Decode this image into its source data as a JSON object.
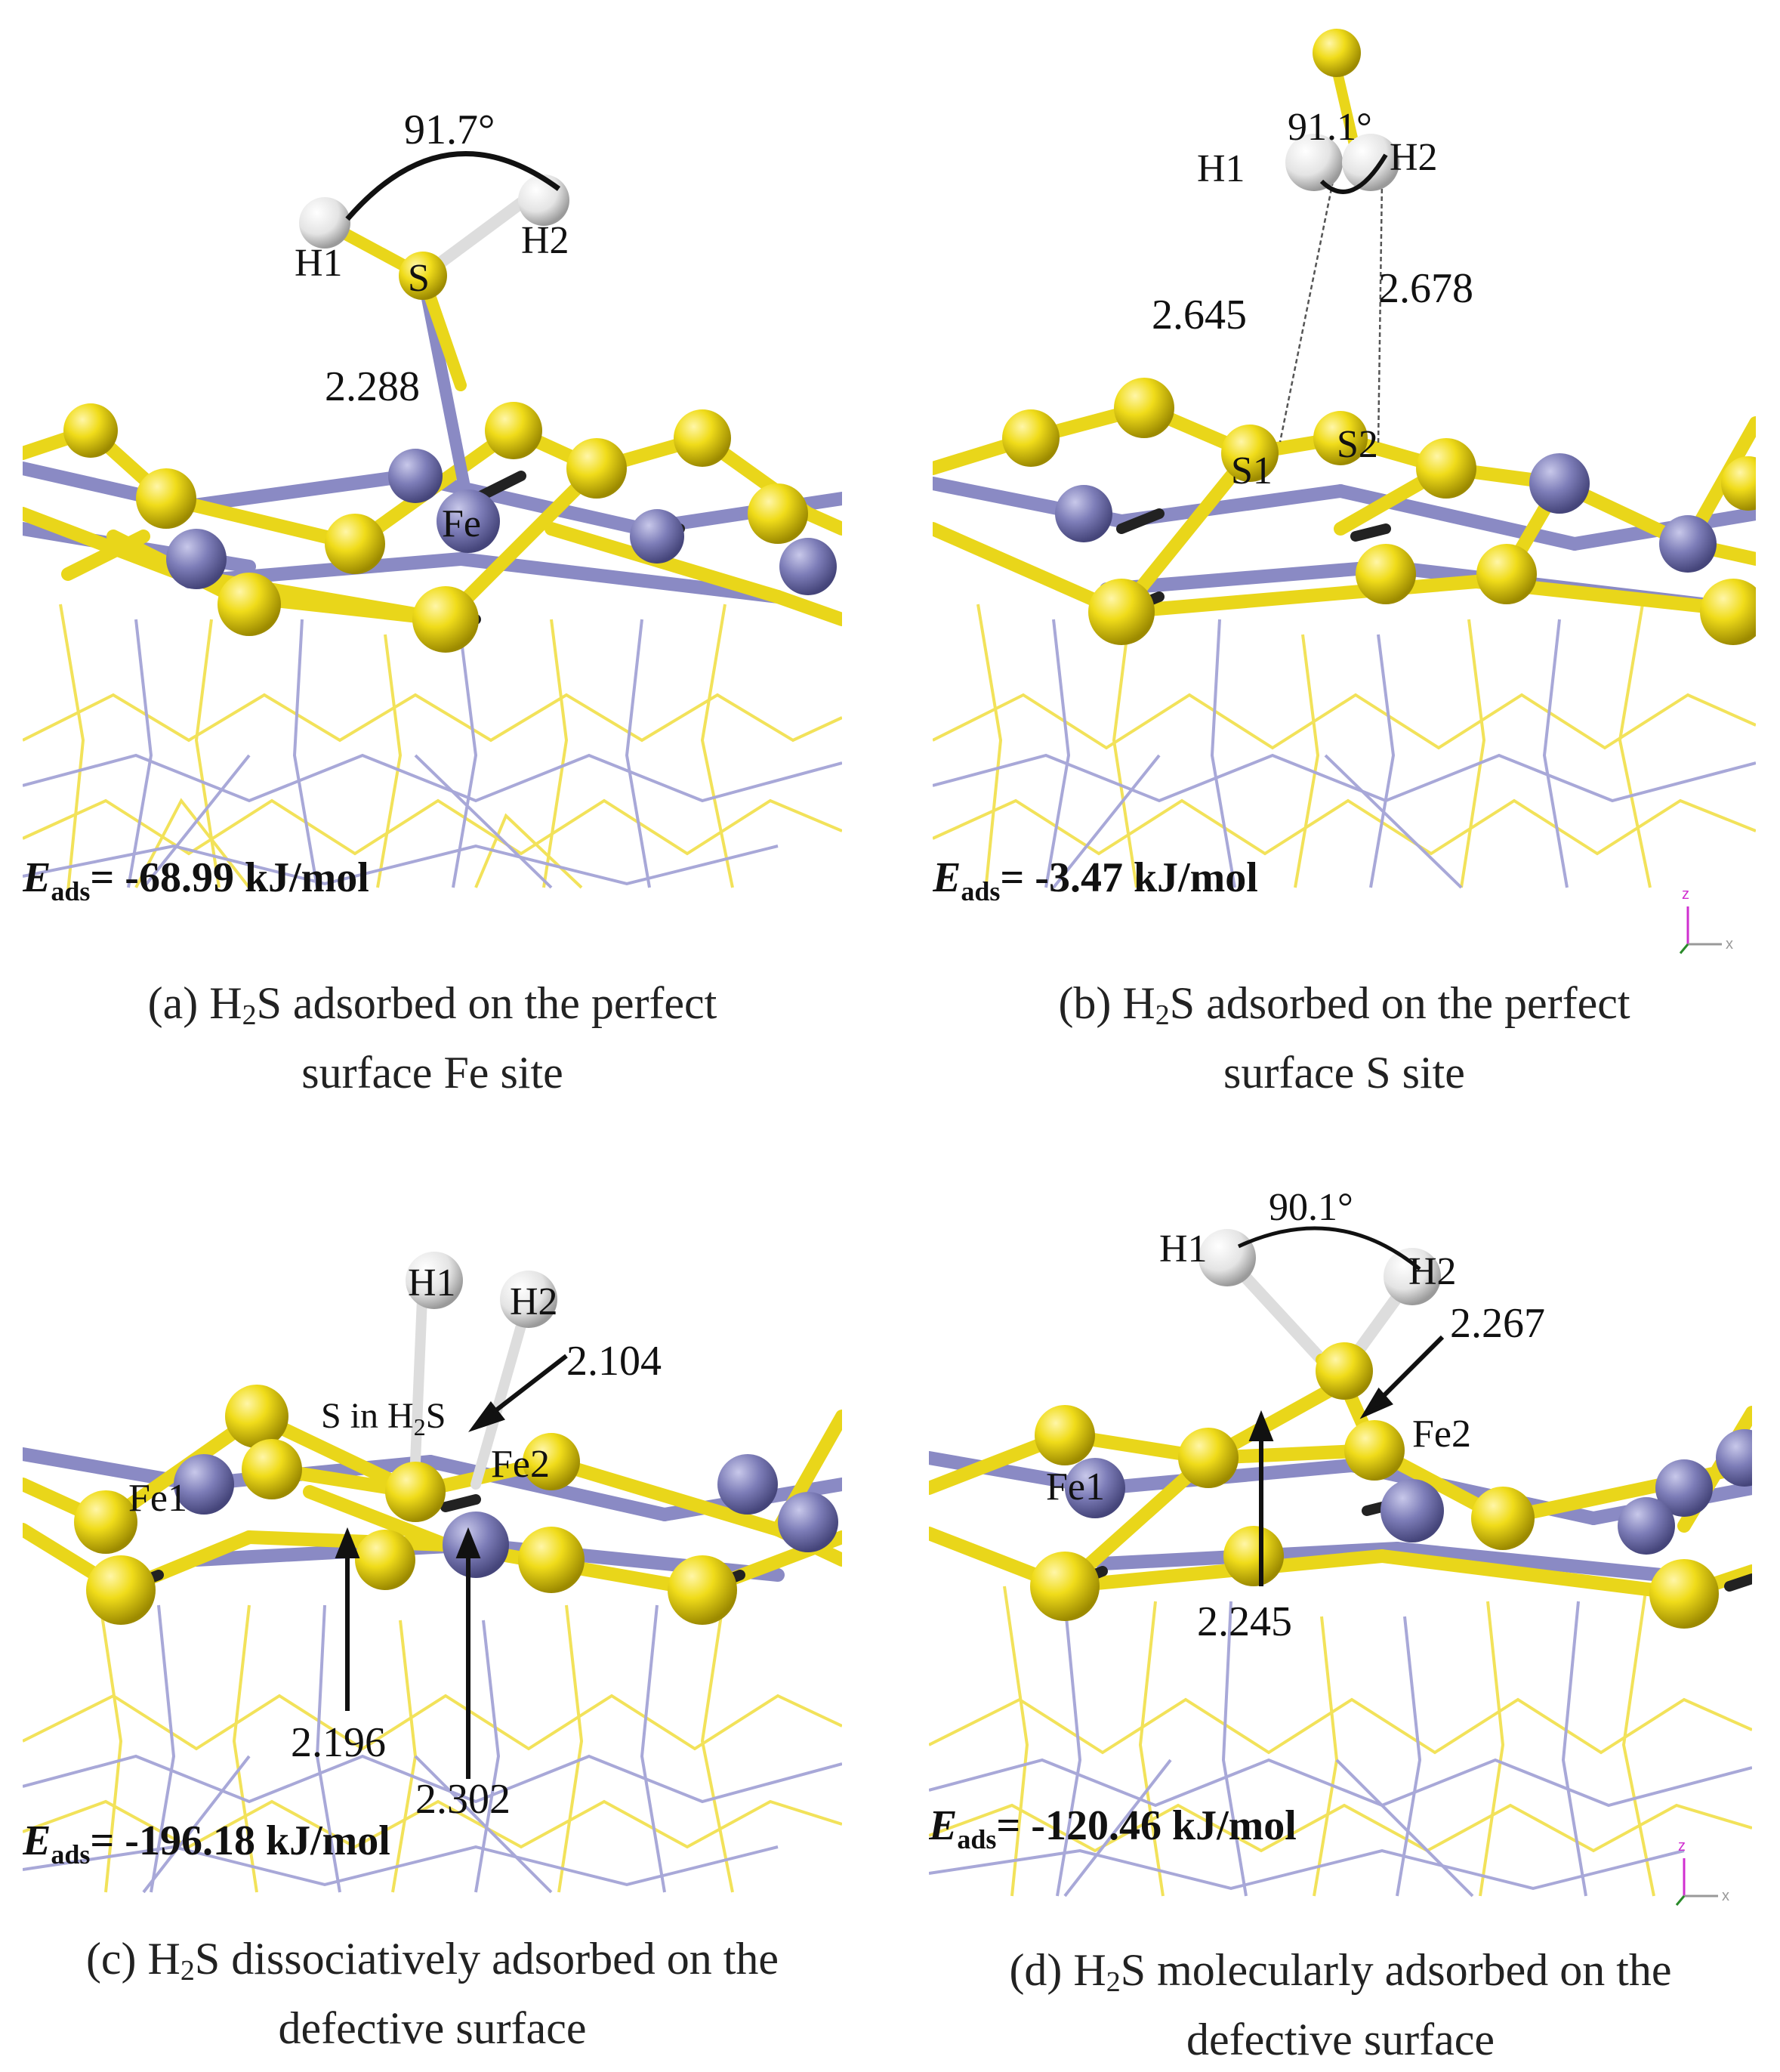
{
  "colors": {
    "sulfur": "#f0dc1a",
    "sulfur_dark": "#c9b200",
    "iron": "#8f8fc3",
    "iron_dark": "#6a6aa6",
    "hydrogen": "#eeeeee",
    "background": "#ffffff"
  },
  "panels": [
    {
      "id": "a",
      "eads_symbol": "E",
      "eads_sub": "ads",
      "eads_value": "= -68.99 kJ/mol",
      "caption_prefix": "(a) H",
      "caption_sub": "2",
      "caption_rest": "S adsorbed on the perfect",
      "caption_line2": "surface Fe site",
      "labels": {
        "angle": "91.7°",
        "h1": "H1",
        "h2": "H2",
        "s": "S",
        "fe": "Fe",
        "bond1": "2.288"
      }
    },
    {
      "id": "b",
      "eads_symbol": "E",
      "eads_sub": "ads",
      "eads_value": "= -3.47 kJ/mol",
      "caption_prefix": "(b) H",
      "caption_sub": "2",
      "caption_rest": "S adsorbed on the perfect",
      "caption_line2": "surface S site",
      "labels": {
        "angle": "91.1°",
        "h1": "H1",
        "h2": "H2",
        "s1": "S1",
        "s2": "S2",
        "bond1": "2.645",
        "bond2": "2.678"
      }
    },
    {
      "id": "c",
      "eads_symbol": "E",
      "eads_sub": "ads",
      "eads_value": "= -196.18 kJ/mol",
      "caption_prefix": "(c) H",
      "caption_sub": "2",
      "caption_rest": "S dissociatively adsorbed on the",
      "caption_line2": "defective surface",
      "labels": {
        "h1": "H1",
        "h2": "H2",
        "s_in": "S in H",
        "s_in_sub": "2",
        "s_in_rest": "S",
        "fe1": "Fe1",
        "fe2": "Fe2",
        "bond1": "2.104",
        "bond2": "2.196",
        "bond3": "2.302"
      }
    },
    {
      "id": "d",
      "eads_symbol": "E",
      "eads_sub": "ads",
      "eads_value": "= -120.46 kJ/mol",
      "caption_prefix": "(d) H",
      "caption_sub": "2",
      "caption_rest": "S molecularly adsorbed on the",
      "caption_line2": "defective surface",
      "labels": {
        "angle": "90.1°",
        "h1": "H1",
        "h2": "H2",
        "fe1": "Fe1",
        "fe2": "Fe2",
        "bond1": "2.267",
        "bond2": "2.245"
      }
    }
  ],
  "axis_marker": {
    "z": "z",
    "x": "x"
  }
}
